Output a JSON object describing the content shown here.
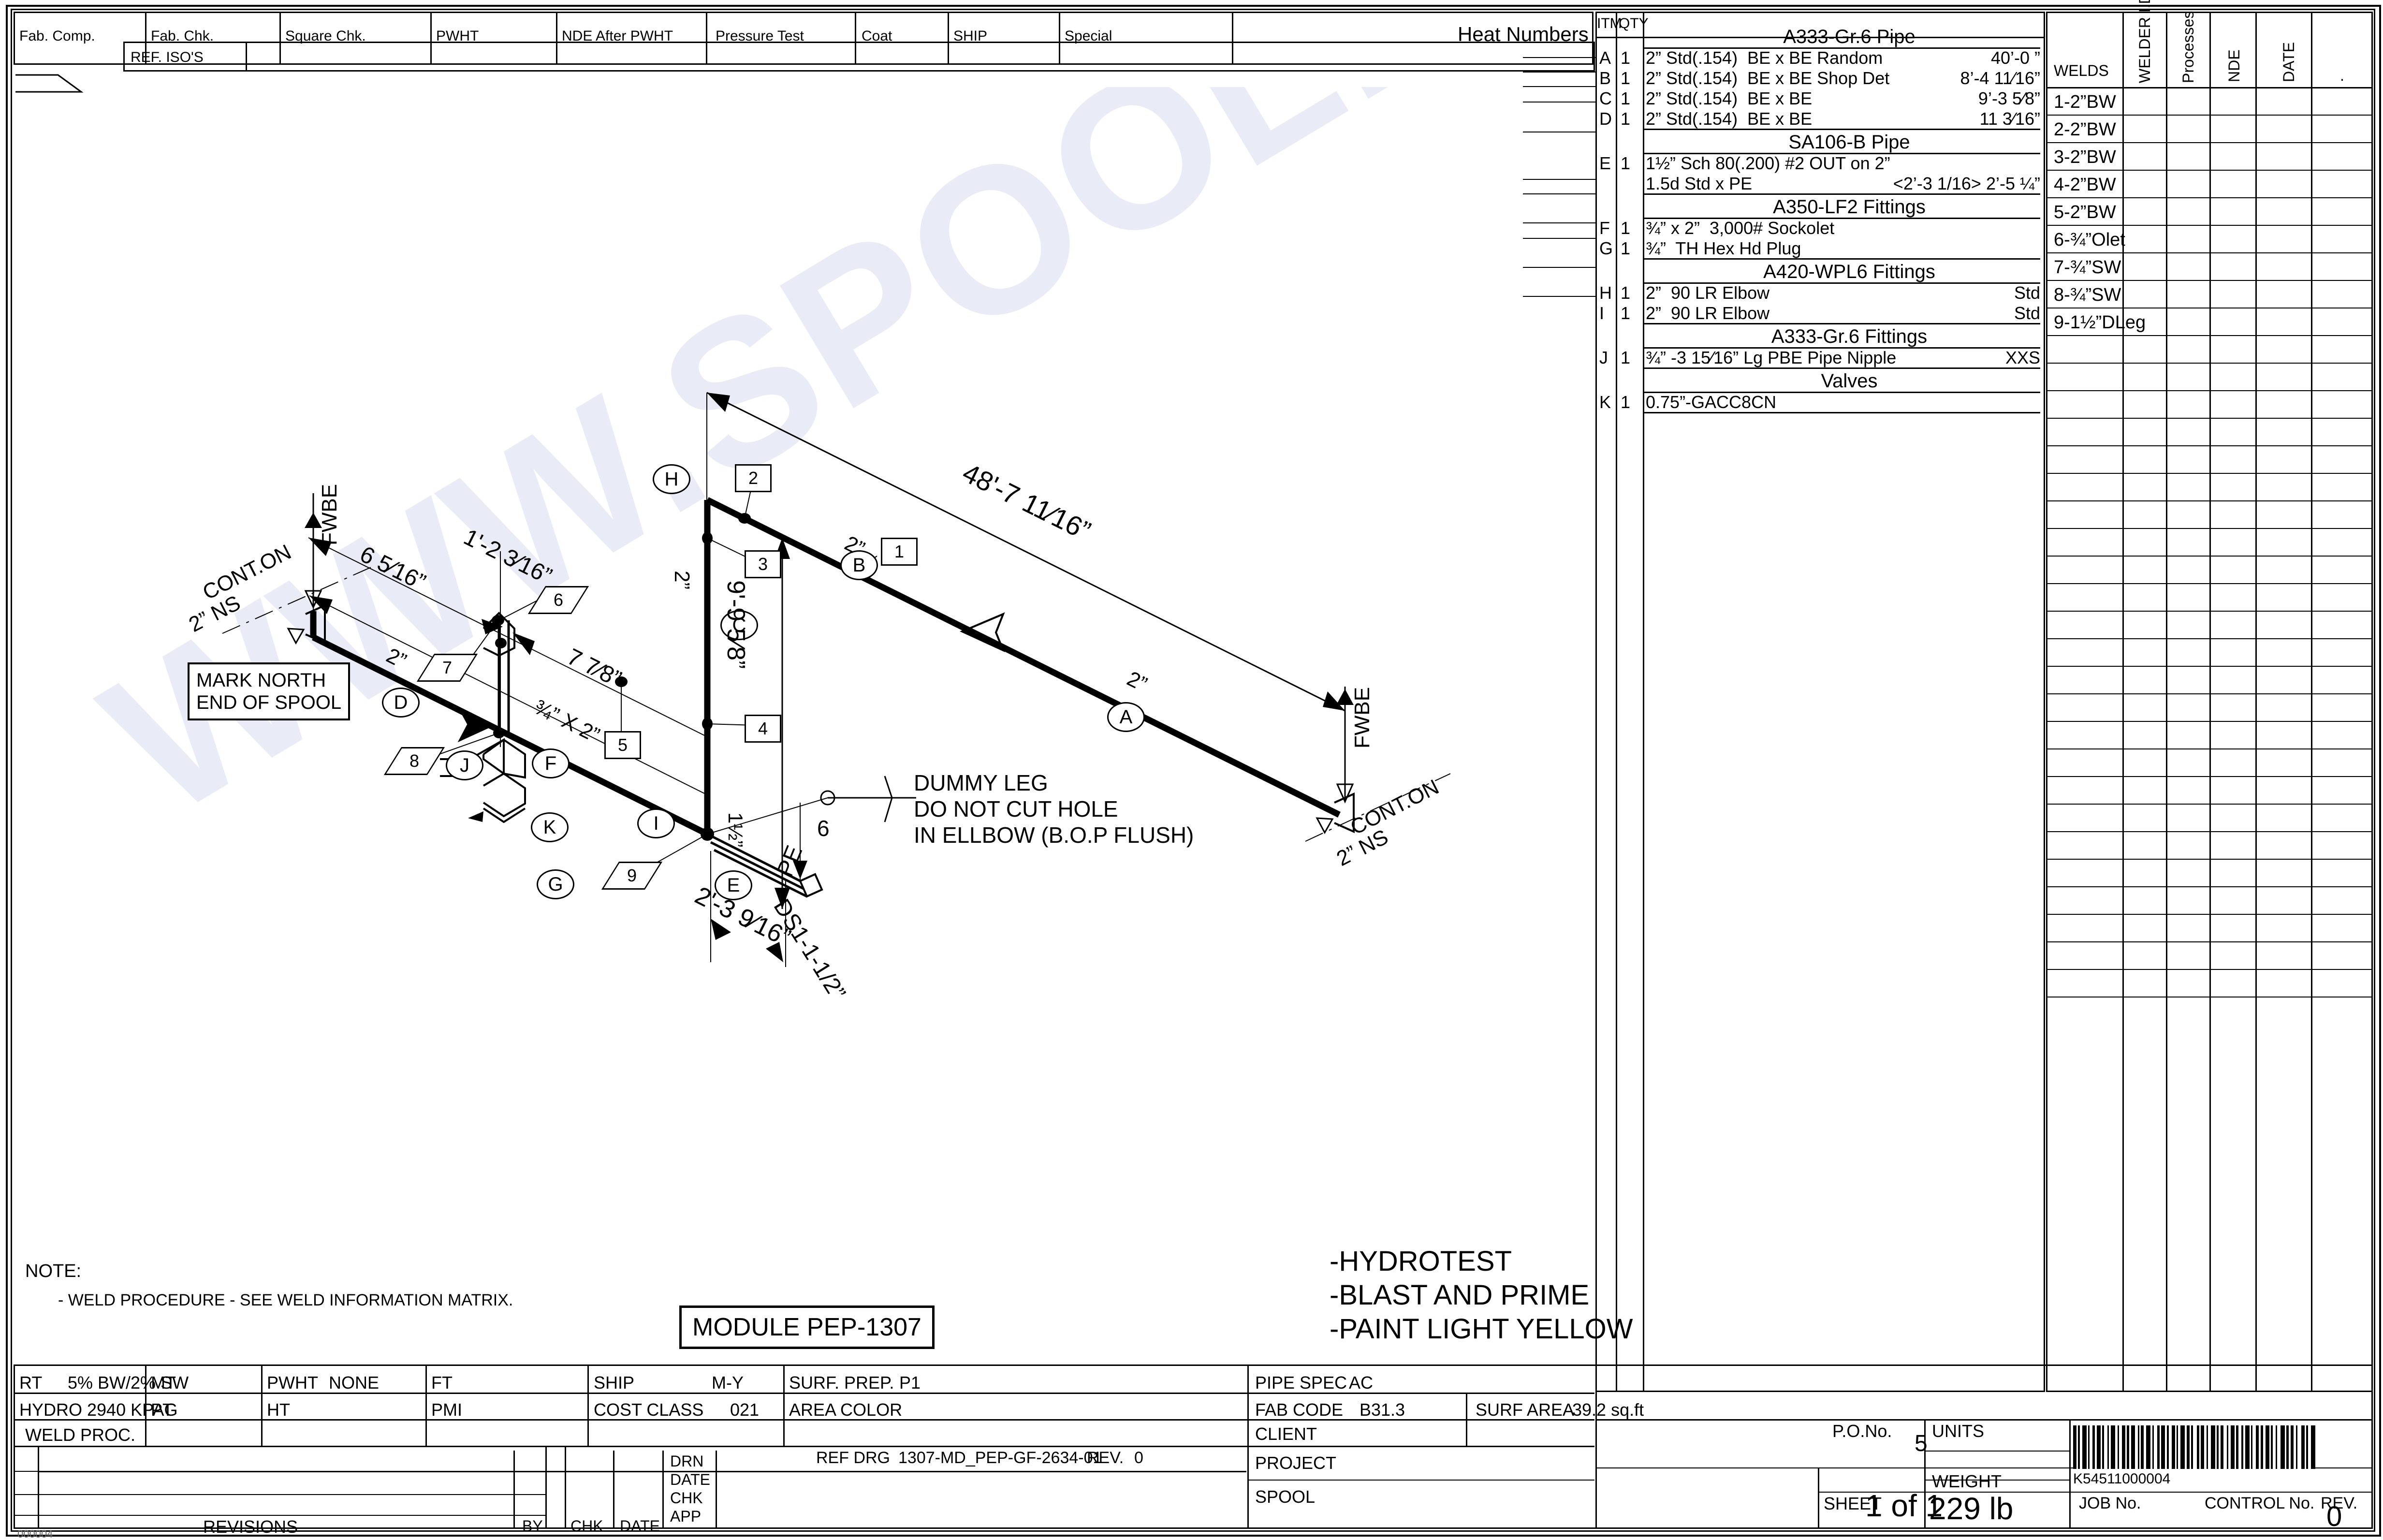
{
  "header_bar": {
    "cells": [
      {
        "label": "Fab. Comp."
      },
      {
        "label": "Fab. Chk."
      },
      {
        "label": "Square Chk."
      },
      {
        "label": "PWHT"
      },
      {
        "label": "NDE After PWHT"
      },
      {
        "label": "Pressure Test"
      },
      {
        "label": "Coat"
      },
      {
        "label": "SHIP"
      },
      {
        "label": "Special"
      }
    ],
    "heat_numbers_label": "Heat Numbers",
    "ref_isos_label": "REF. ISO'S"
  },
  "bom": {
    "col_item": "ITM",
    "col_qty": "QTY",
    "groups": [
      {
        "title": "A333-Gr.6 Pipe",
        "rows": [
          {
            "item": "A",
            "qty": "1",
            "desc": "2” Std(.154)  BE x BE Random",
            "len": "40’-0 ”"
          },
          {
            "item": "B",
            "qty": "1",
            "desc": "2” Std(.154)  BE x BE Shop Det",
            "len": "8’-4 11⁄16”"
          },
          {
            "item": "C",
            "qty": "1",
            "desc": "2” Std(.154)  BE x BE",
            "len": "9’-3 5⁄8”"
          },
          {
            "item": "D",
            "qty": "1",
            "desc": "2” Std(.154)  BE x BE",
            "len": "11 3⁄16”"
          }
        ]
      },
      {
        "title": "SA106-B Pipe",
        "rows": [
          {
            "item": "E",
            "qty": "1",
            "desc": "1½” Sch 80(.200) #2 OUT on 2”",
            "len": ""
          },
          {
            "item": "",
            "qty": "",
            "desc": "1.5d Std x PE",
            "len": "<2’-3 1/16> 2’-5 ¼”"
          }
        ]
      },
      {
        "title": "A350-LF2 Fittings",
        "rows": [
          {
            "item": "F",
            "qty": "1",
            "desc": "¾” x 2”  3,000# Sockolet",
            "len": ""
          },
          {
            "item": "G",
            "qty": "1",
            "desc": "¾”  TH Hex Hd Plug",
            "len": ""
          }
        ]
      },
      {
        "title": "A420-WPL6 Fittings",
        "rows": [
          {
            "item": "H",
            "qty": "1",
            "desc": "2”  90 LR Elbow",
            "len": "Std"
          },
          {
            "item": "I",
            "qty": "1",
            "desc": "2”  90 LR Elbow",
            "len": "Std"
          }
        ]
      },
      {
        "title": "A333-Gr.6 Fittings",
        "rows": [
          {
            "item": "J",
            "qty": "1",
            "desc": "¾” -3 15⁄16” Lg PBE Pipe Nipple",
            "len": "XXS"
          }
        ]
      },
      {
        "title": "Valves",
        "rows": [
          {
            "item": "K",
            "qty": "1",
            "desc": "0.75”-GACC8CN",
            "len": ""
          }
        ]
      }
    ]
  },
  "weld_matrix": {
    "headers": [
      "WELDS",
      "WELDER I.D.",
      "Processes",
      "NDE",
      "DATE",
      "."
    ],
    "welds": [
      "1-2”BW",
      "2-2”BW",
      "3-2”BW",
      "4-2”BW",
      "5-2”BW",
      "6-¾”Olet",
      "7-¾”SW",
      "8-¾”SW",
      "9-1½”DLeg"
    ],
    "blank_rows": 24
  },
  "iso": {
    "balloons": [
      "H",
      "C",
      "B",
      "A",
      "D",
      "J",
      "F",
      "K",
      "G",
      "I",
      "E"
    ],
    "weld_squares": [
      "2",
      "3",
      "1",
      "5",
      "4"
    ],
    "weld_diamonds": [
      "6",
      "7",
      "8",
      "9"
    ],
    "dummy_leg_note": [
      "DUMMY LEG",
      "DO NOT CUT HOLE",
      "IN ELLBOW (B.O.P FLUSH)"
    ],
    "dims": {
      "main_run": "48'-7 11⁄16”",
      "riser": "9'-9 5⁄8”",
      "left_a": "6 5⁄16”",
      "left_b": "1'-2 3⁄16”",
      "left_c": "7 7⁄8”",
      "branch": "2'-3 9⁄16”",
      "olet_offset": "1½”"
    },
    "sizes": {
      "s1": "2”",
      "s2": "2”",
      "s3": "2”",
      "s4": "2”",
      "s5": "2”",
      "olet": "¾” X 2”"
    },
    "cont_left": [
      "CONT.ON",
      "2” NS"
    ],
    "cont_right": [
      "CONT.ON",
      "2” NS"
    ],
    "fwbe_left": "FWBE",
    "fwbe_right": "FWBE",
    "pe_label": "PE",
    "ds_label": "DS1-1-1/2”",
    "mark_north": [
      "MARK NORTH",
      "END OF SPOOL"
    ],
    "module_box": "MODULE PEP-1307"
  },
  "notes": {
    "title": "NOTE:",
    "lines": [
      "- WELD PROCEDURE - SEE WELD INFORMATION MATRIX."
    ]
  },
  "process_notes": [
    "-HYDROTEST",
    "-BLAST AND PRIME",
    "-PAINT LIGHT YELLOW"
  ],
  "title_block": {
    "row1": [
      {
        "label": "RT",
        "value": "5% BW/2% SW"
      },
      {
        "label": "MT",
        "value": ""
      },
      {
        "label": "PWHT",
        "value": "NONE"
      },
      {
        "label": "FT",
        "value": ""
      },
      {
        "label": "SHIP",
        "value": "M-Y"
      },
      {
        "label": "SURF. PREP.",
        "value": "P1"
      },
      {
        "label": "PIPE SPEC",
        "value": "AC"
      }
    ],
    "row2": [
      {
        "label": "HYDRO 2940 KPAG",
        "value": ""
      },
      {
        "label": "PT",
        "value": ""
      },
      {
        "label": "HT",
        "value": ""
      },
      {
        "label": "PMI",
        "value": ""
      },
      {
        "label": "COST CLASS",
        "value": "021"
      },
      {
        "label": "AREA COLOR",
        "value": ""
      },
      {
        "label": "FAB CODE",
        "value": "B31.3"
      },
      {
        "label": "SURF AREA",
        "value": "39.2 sq.ft"
      }
    ],
    "weld_proc_label": "WELD PROC.",
    "ref_drg_label": "REF DRG",
    "ref_drg_value": "1307-MD_PEP-GF-2634-01",
    "rev_label": "REV.",
    "rev_value": "0",
    "client_label": "CLIENT",
    "project_label": "PROJECT",
    "spool_label": "SPOOL",
    "po_label": "P.O.No.",
    "units_label": "UNITS",
    "units_value": "5",
    "weight_label": "WEIGHT",
    "weight_value": "229 lb",
    "sheet_label": "SHEET",
    "sheet_value": "1 of 1",
    "job_no_label": "JOB No.",
    "control_no_label": "CONTROL No.",
    "rev2_label": "REV.",
    "rev2_value": "0",
    "barcode_text": "K54511000004",
    "revisions_label": "REVISIONS",
    "rev_cols": [
      "BY",
      "CHK",
      "DATE"
    ],
    "appr_rows": [
      "DRN",
      "DATE",
      "CHK",
      "APP"
    ],
    "corner_code": "000004"
  },
  "watermark": "WWW.SPOOLDRAWING.COM",
  "colors": {
    "ink": "#000000",
    "paper": "#ffffff",
    "watermark": "#e8eaf6"
  }
}
